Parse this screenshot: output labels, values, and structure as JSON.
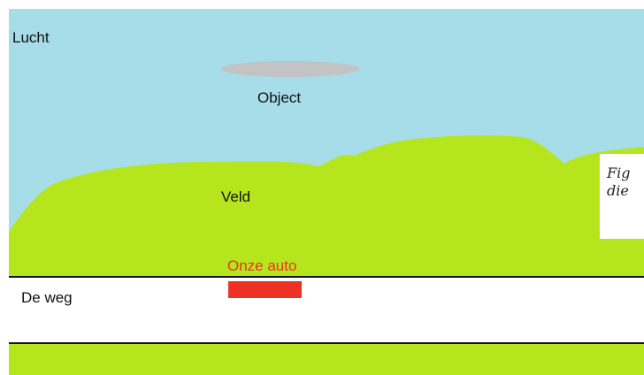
{
  "labels": {
    "sky": "Lucht",
    "object": "Object",
    "field": "Veld",
    "car": "Onze auto",
    "road": "De weg"
  },
  "caption": {
    "line1": "Fig",
    "line2": "die"
  },
  "colors": {
    "sky": "#a6dde8",
    "grass": "#b5e61d",
    "object": "#c3c3c3",
    "car": "#ee3124",
    "road": "#ffffff",
    "road_line": "#111111"
  }
}
